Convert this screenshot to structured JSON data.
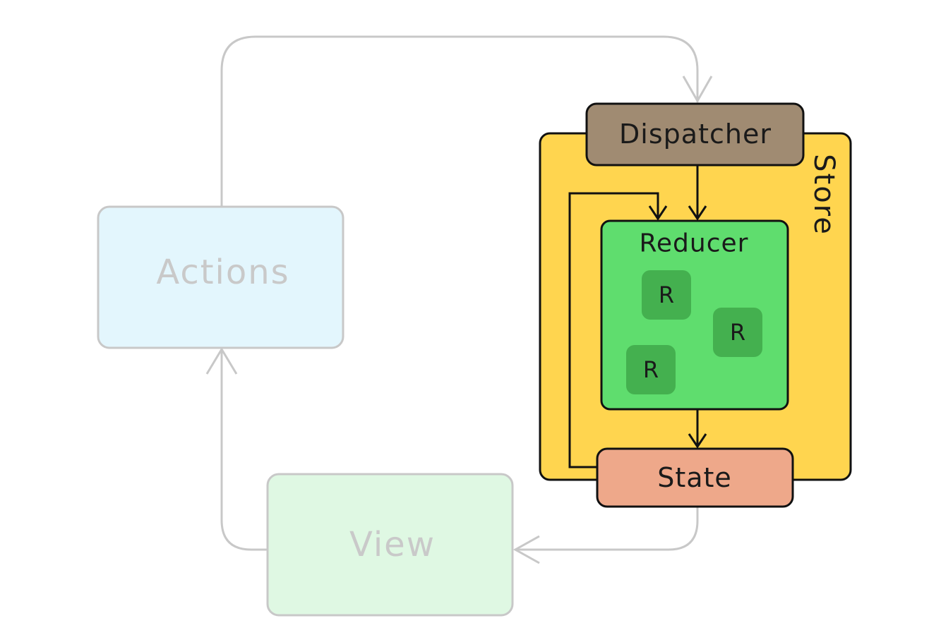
{
  "nodes": {
    "actions": "Actions",
    "view": "View",
    "dispatcher": "Dispatcher",
    "store": "Store",
    "reducer": "Reducer",
    "state": "State",
    "sub_reducers": [
      "R",
      "R",
      "R"
    ]
  },
  "colors": {
    "faded_line": "#c8c8c8",
    "actions_fill": "#e3f6fd",
    "view_fill": "#dff8e3",
    "dispatcher_fill": "#a08b72",
    "store_fill": "#ffd54f",
    "reducer_fill": "#5fdd6e",
    "sub_reducer_fill": "#44b04f",
    "state_fill": "#eea88a",
    "dark_stroke": "#111111"
  }
}
